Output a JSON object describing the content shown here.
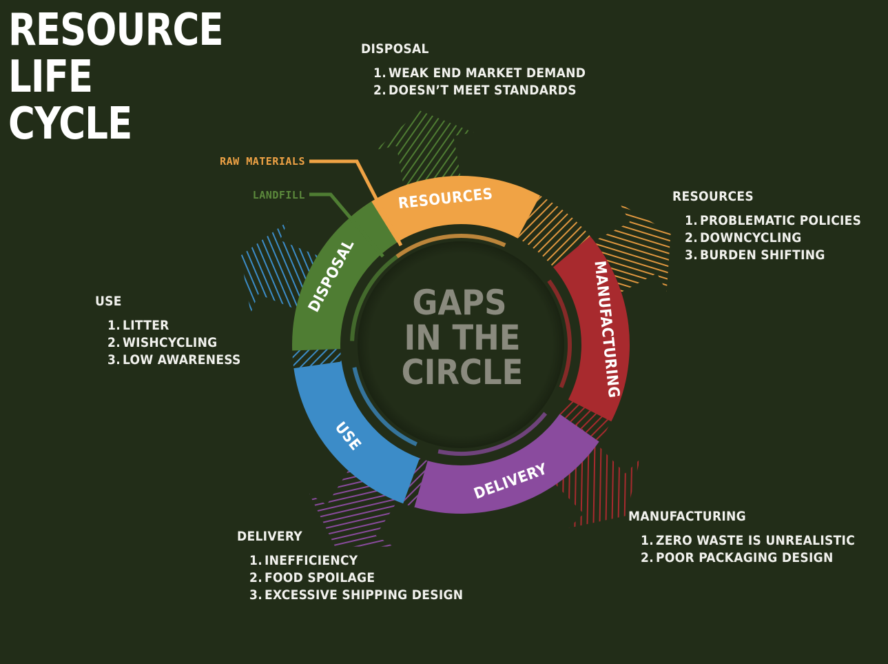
{
  "title": [
    "RESOURCE",
    "LIFE",
    "CYCLE"
  ],
  "center_label": [
    "GAPS",
    "IN THE",
    "CIRCLE"
  ],
  "colors": {
    "background": "#222d18",
    "resources": "#f0a345",
    "manufacturing": "#a82a2e",
    "delivery": "#8a4b9e",
    "use": "#3c8cc8",
    "disposal": "#4f7d33"
  },
  "segments": [
    {
      "label": "RESOURCES",
      "color": "#f0a345"
    },
    {
      "label": "MANUFACTURING",
      "color": "#a82a2e"
    },
    {
      "label": "DELIVERY",
      "color": "#8a4b9e"
    },
    {
      "label": "USE",
      "color": "#3c8cc8"
    },
    {
      "label": "DISPOSAL",
      "color": "#4f7d33"
    }
  ],
  "callouts": {
    "raw_materials": "RAW MATERIALS",
    "landfill": "LANDFILL"
  },
  "groups": {
    "disposal": {
      "heading": "DISPOSAL",
      "items": [
        "WEAK END MARKET DEMAND",
        "DOESN’T MEET STANDARDS"
      ]
    },
    "resources": {
      "heading": "RESOURCES",
      "items": [
        "PROBLEMATIC POLICIES",
        "DOWNCYCLING",
        "BURDEN SHIFTING"
      ]
    },
    "use": {
      "heading": "USE",
      "items": [
        "LITTER",
        "WISHCYCLING",
        "LOW AWARENESS"
      ]
    },
    "manufacturing": {
      "heading": "MANUFACTURING",
      "items": [
        "ZERO WASTE IS UNREALISTIC",
        "POOR PACKAGING DESIGN"
      ]
    },
    "delivery": {
      "heading": "DELIVERY",
      "items": [
        "INEFFICIENCY",
        "FOOD SPOILAGE",
        "EXCESSIVE SHIPPING DESIGN"
      ]
    }
  }
}
